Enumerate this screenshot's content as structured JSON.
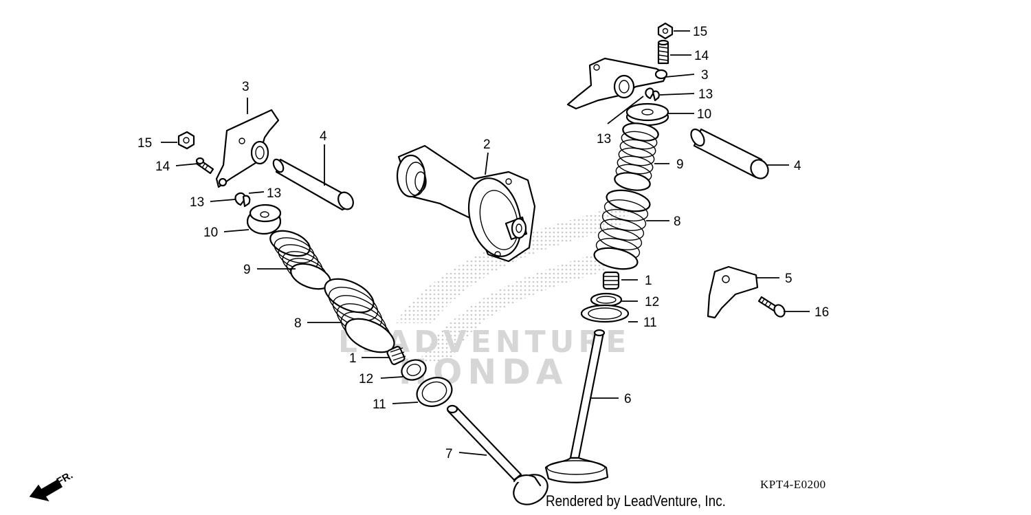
{
  "diagram": {
    "callouts": [
      {
        "id": "c1a",
        "label": "1"
      },
      {
        "id": "c1b",
        "label": "1"
      },
      {
        "id": "c2",
        "label": "2"
      },
      {
        "id": "c3a",
        "label": "3"
      },
      {
        "id": "c3b",
        "label": "3"
      },
      {
        "id": "c4a",
        "label": "4"
      },
      {
        "id": "c4b",
        "label": "4"
      },
      {
        "id": "c5",
        "label": "5"
      },
      {
        "id": "c6",
        "label": "6"
      },
      {
        "id": "c7",
        "label": "7"
      },
      {
        "id": "c8a",
        "label": "8"
      },
      {
        "id": "c8b",
        "label": "8"
      },
      {
        "id": "c9a",
        "label": "9"
      },
      {
        "id": "c9b",
        "label": "9"
      },
      {
        "id": "c10a",
        "label": "10"
      },
      {
        "id": "c10b",
        "label": "10"
      },
      {
        "id": "c11a",
        "label": "11"
      },
      {
        "id": "c11b",
        "label": "11"
      },
      {
        "id": "c12a",
        "label": "12"
      },
      {
        "id": "c12b",
        "label": "12"
      },
      {
        "id": "c13a",
        "label": "13"
      },
      {
        "id": "c13b",
        "label": "13"
      },
      {
        "id": "c13c",
        "label": "13"
      },
      {
        "id": "c13d",
        "label": "13"
      },
      {
        "id": "c14a",
        "label": "14"
      },
      {
        "id": "c14b",
        "label": "14"
      },
      {
        "id": "c15a",
        "label": "15"
      },
      {
        "id": "c15b",
        "label": "15"
      },
      {
        "id": "c16",
        "label": "16"
      }
    ],
    "direction_label": "FR.",
    "watermark_text_1": "LEADVENTURE",
    "watermark_text_2": "HONDA",
    "diagram_code": "KPT4-E0200",
    "rendered_by": "Rendered by LeadVenture, Inc."
  },
  "colors": {
    "ink": "#000000",
    "watermark": "#d6d6d6",
    "background": "#ffffff"
  }
}
